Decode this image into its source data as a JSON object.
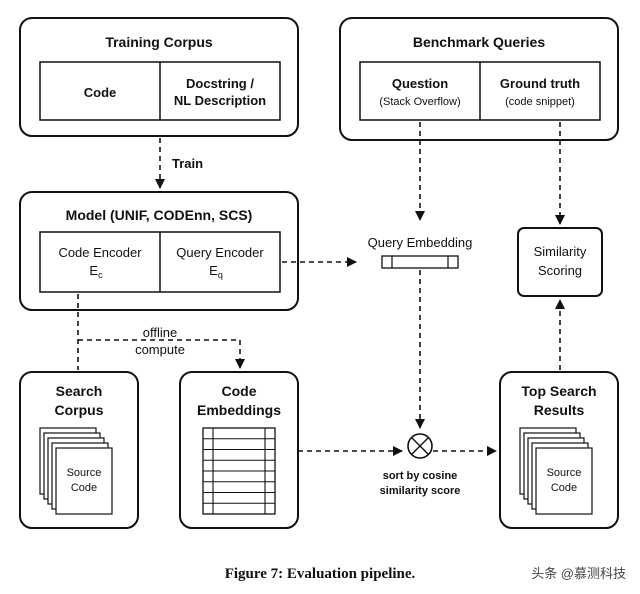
{
  "training_corpus": {
    "title": "Training Corpus",
    "col_code": "Code",
    "col_doc_line1": "Docstring /",
    "col_doc_line2": "NL Description"
  },
  "benchmark_queries": {
    "title": "Benchmark Queries",
    "question": "Question",
    "question_sub": "(Stack Overflow)",
    "ground_truth": "Ground truth",
    "ground_truth_sub": "(code snippet)"
  },
  "train_label": "Train",
  "model": {
    "title": "Model (UNIF, CODEnn, SCS)",
    "code_encoder": "Code Encoder",
    "code_encoder_symbol": "E",
    "code_encoder_subscript": "c",
    "query_encoder": "Query Encoder",
    "query_encoder_symbol": "E",
    "query_encoder_subscript": "q"
  },
  "query_embedding_label": "Query Embedding",
  "similarity_scoring": {
    "line1": "Similarity",
    "line2": "Scoring"
  },
  "offline_compute": {
    "line1": "offline",
    "line2": "compute"
  },
  "search_corpus": {
    "line1": "Search",
    "line2": "Corpus",
    "doc_line1": "Source",
    "doc_line2": "Code"
  },
  "code_embeddings": {
    "line1": "Code",
    "line2": "Embeddings"
  },
  "sort_label": {
    "line1": "sort by cosine",
    "line2": "similarity score"
  },
  "top_search_results": {
    "line1": "Top Search",
    "line2": "Results",
    "doc_line1": "Source",
    "doc_line2": "Code"
  },
  "caption": "Figure 7: Evaluation pipeline.",
  "watermark": "头条 @慕测科技"
}
